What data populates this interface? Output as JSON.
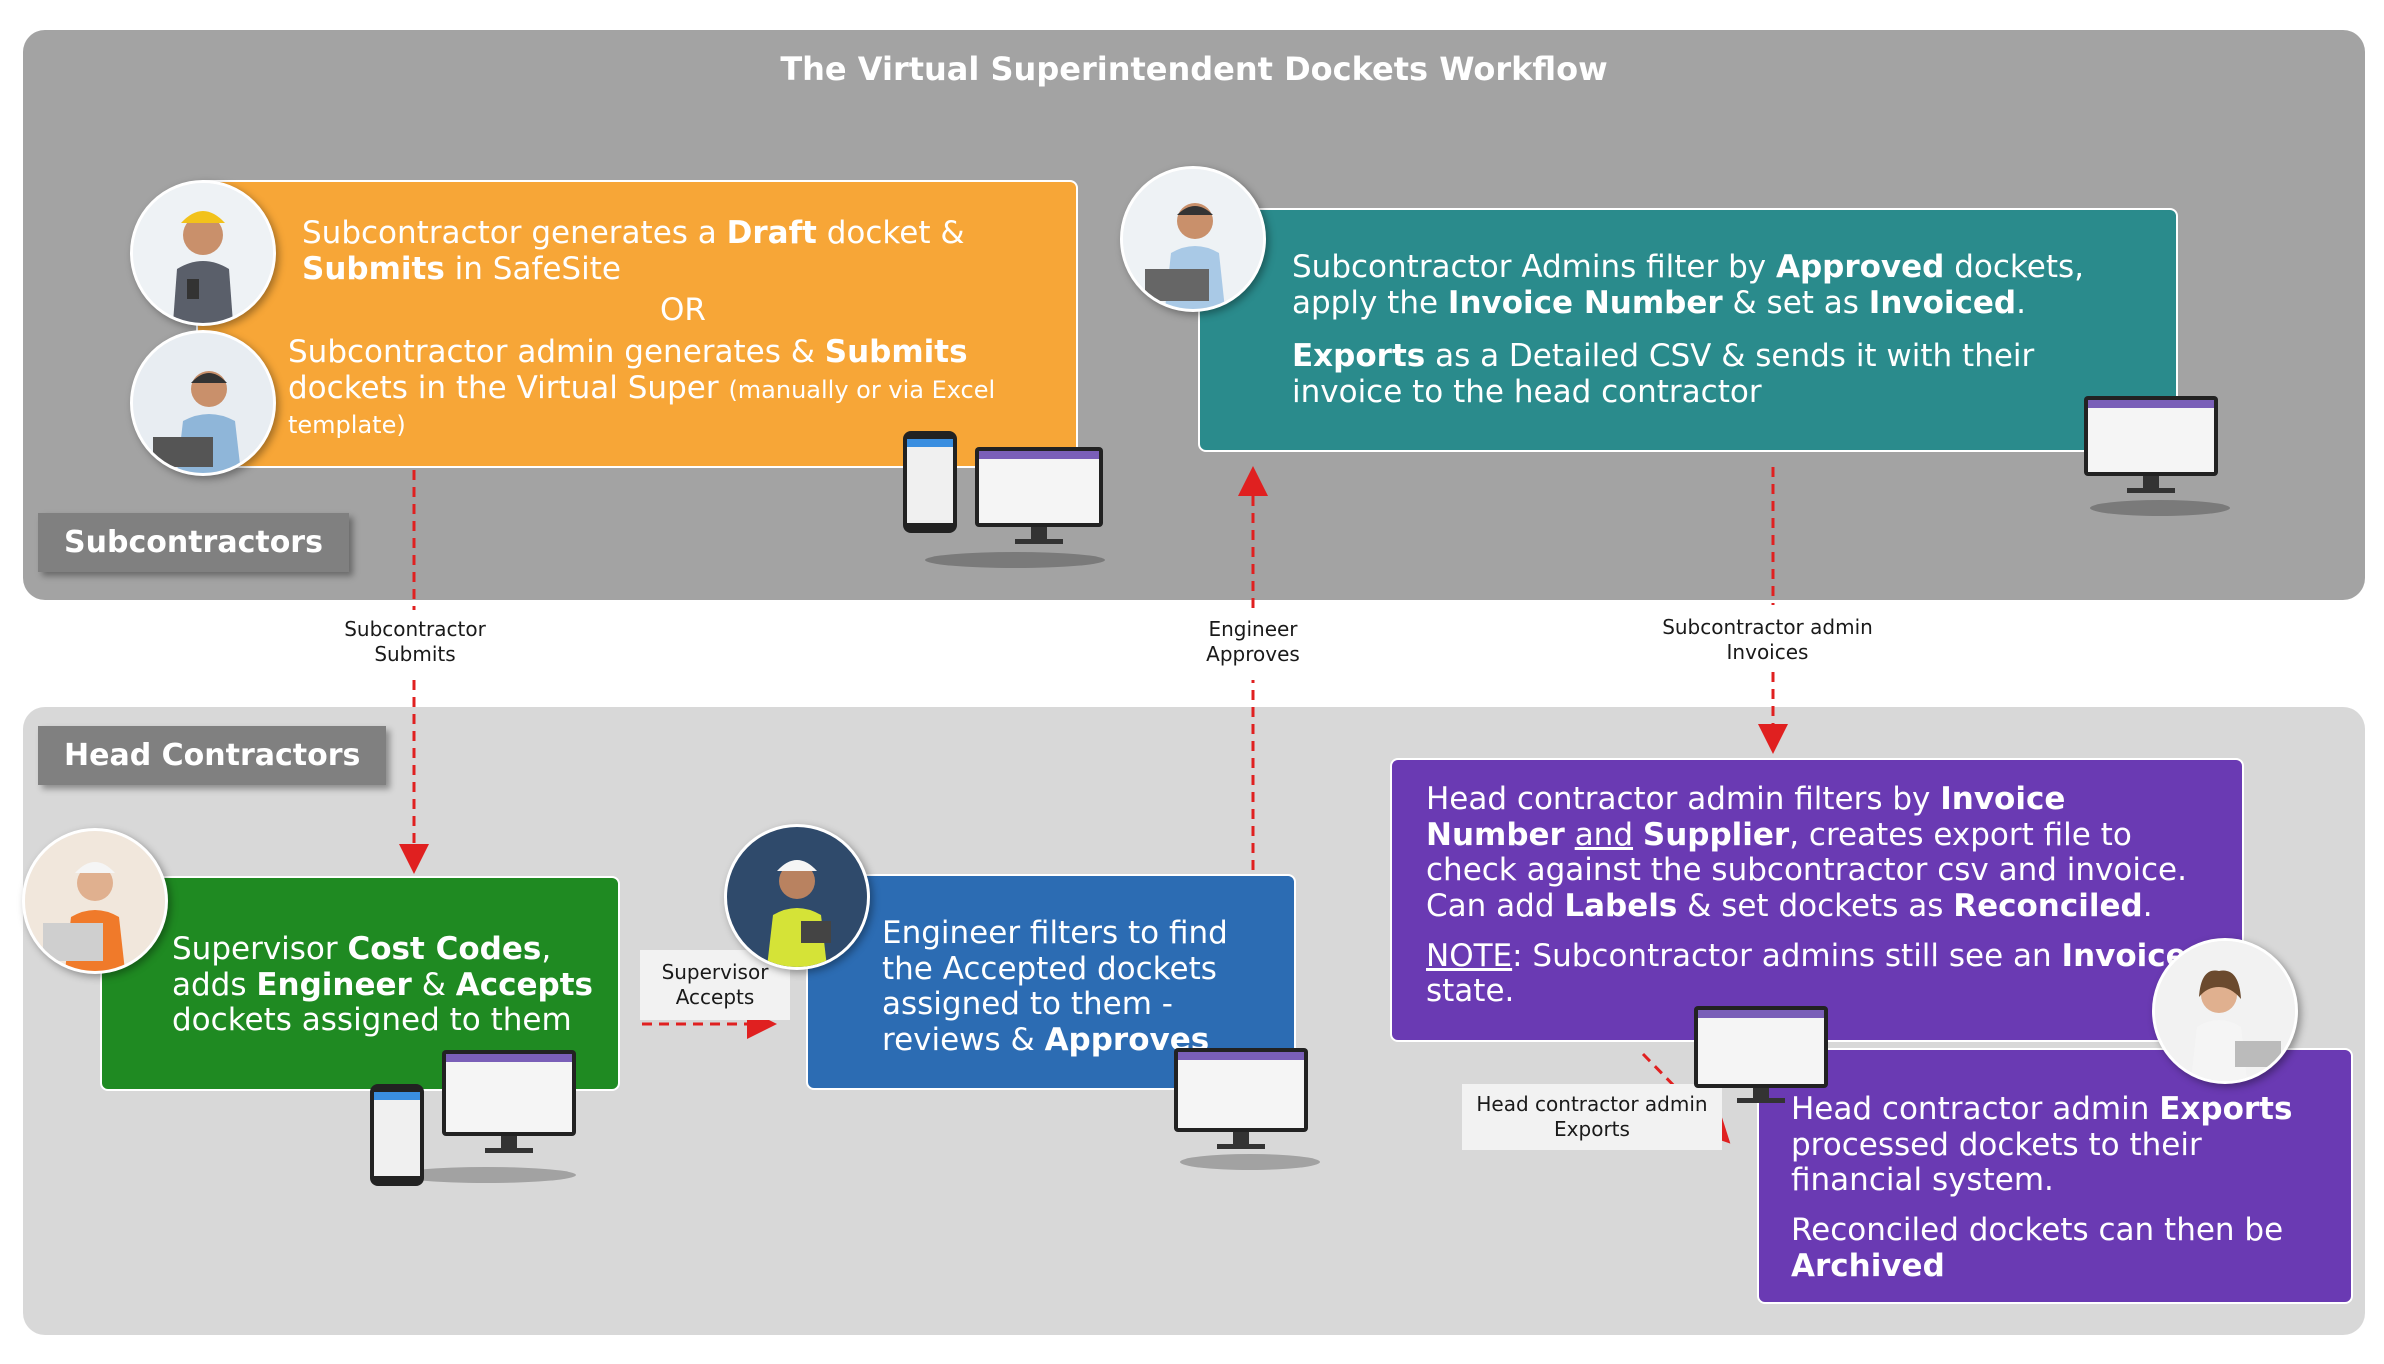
{
  "title": "The Virtual Superintendent Dockets Workflow",
  "sections": {
    "subcontractors": "Subcontractors",
    "head_contractors": "Head Contractors"
  },
  "steps": {
    "sub_draft": {
      "line1_pre": "Subcontractor generates a ",
      "line1_b1": "Draft",
      "line1_mid": " docket & ",
      "line1_b2": "Submits",
      "line1_post": " in SafeSite",
      "or": "OR",
      "line2_pre": "Subcontractor admin generates & ",
      "line2_b": "Submits",
      "line2_post": " dockets in the Virtual Super ",
      "line2_small": "(manually or via Excel template)"
    },
    "sub_invoice": {
      "p1_pre": "Subcontractor Admins filter by ",
      "p1_b1": "Approved",
      "p1_mid": " dockets, apply the ",
      "p1_b2": "Invoice Number",
      "p1_mid2": " & set as ",
      "p1_b3": "Invoiced",
      "p1_post": ".",
      "p2_b": "Exports",
      "p2_post": " as a Detailed CSV & sends it with their invoice to the head contractor"
    },
    "supervisor": {
      "pre": "Supervisor ",
      "b1": "Cost Codes",
      "mid": ", adds ",
      "b2": "Engineer",
      "mid2": " & ",
      "b3": "Accepts",
      "post": " dockets assigned to them"
    },
    "engineer": {
      "pre": "Engineer filters to find the Accepted dockets assigned to them - reviews & ",
      "b": "Approves"
    },
    "head_admin_reconcile": {
      "p1_pre": "Head contractor admin filters by ",
      "p1_b1": "Invoice Number",
      "p1_u": "and",
      "p1_b2": "Supplier",
      "p1_post": ", creates export file to check against the subcontractor csv and invoice.",
      "p2_pre": "Can add ",
      "p2_b1": "Labels",
      "p2_mid": " & set dockets as ",
      "p2_b2": "Reconciled",
      "p2_post": ".",
      "p3_u": "NOTE",
      "p3_mid": ": Subcontractor admins still see an ",
      "p3_b": "Invoiced",
      "p3_post": " state."
    },
    "head_admin_export": {
      "p1_pre": "Head contractor admin ",
      "p1_b": "Exports",
      "p1_post": " processed dockets to their financial system.",
      "p2_pre": "Reconciled dockets can then be ",
      "p2_b": "Archived"
    }
  },
  "edges": {
    "sub_submits": "Subcontractor Submits",
    "engineer_approves": "Engineer Approves",
    "sub_admin_invoices": "Subcontractor admin Invoices",
    "supervisor_accepts": "Supervisor Accepts",
    "head_admin_exports": "Head contractor admin Exports"
  },
  "colors": {
    "orange": "#f7a637",
    "teal": "#2a8b8c",
    "green": "#1f8a22",
    "blue": "#2c6cb3",
    "purple": "#6a3ab3",
    "arrow_red": "#e02020"
  }
}
